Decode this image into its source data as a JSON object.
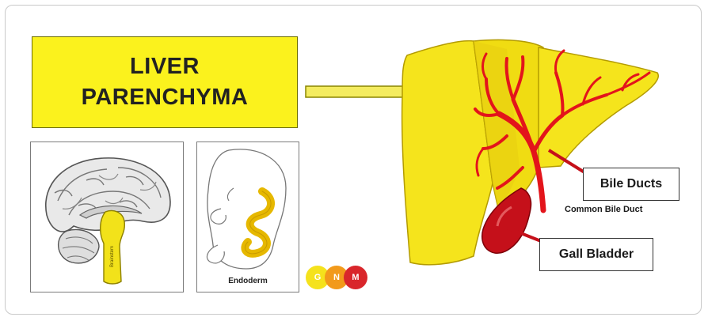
{
  "title": {
    "line1": "LIVER",
    "line2": "PARENCHYMA"
  },
  "panels": {
    "brain": {
      "icon": "brain-sagittal-icon",
      "highlight_color": "#f2e21a"
    },
    "embryo": {
      "icon": "embryo-icon",
      "label": "Endoderm",
      "highlight_color": "#e6b800"
    }
  },
  "logo": {
    "letters": [
      "G",
      "N",
      "M"
    ],
    "colors": [
      "#f5e21c",
      "#f29a1b",
      "#d9262b"
    ]
  },
  "liver": {
    "icon": "liver-icon",
    "colors": {
      "parenchyma": "#f5e41c",
      "ducts": "#e3141b",
      "gall_bladder": "#c5101a"
    },
    "labels": {
      "bile_ducts": "Bile Ducts",
      "common_bile_duct": "Common Bile Duct",
      "gall_bladder": "Gall Bladder"
    }
  }
}
